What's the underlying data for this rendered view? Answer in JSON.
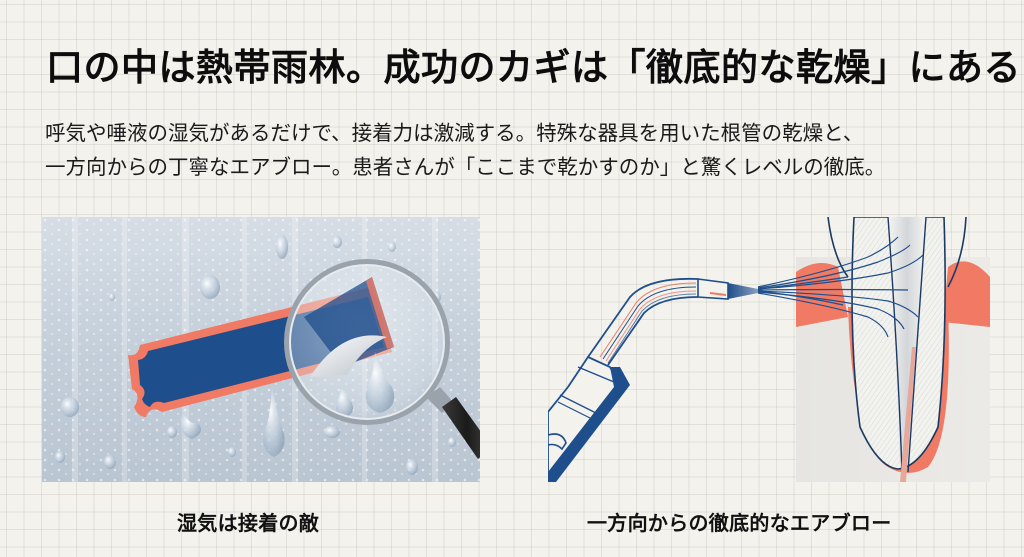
{
  "headline": "口の中は熱帯雨林。成功のカギは「徹底的な乾燥」にある",
  "body": {
    "lines": [
      "呼気や唾液の湿気があるだけで、接着力は激減する。特殊な器具を用いた根管の乾燥と、",
      "一方向からの丁寧なエアブロー。患者さんが「ここまで乾かすのか」と驚くレベルの徹底。"
    ]
  },
  "panels": [
    {
      "id": "moisture",
      "illustration": "wet-surface-peeling-sticker-magnifier",
      "caption": "湿気は接着の敵"
    },
    {
      "id": "airblow",
      "illustration": "air-syringe-blowing-into-root-canal",
      "caption": "一方向からの徹底的なエアブロー"
    }
  ],
  "colors": {
    "background": "#f3f2ed",
    "grid": "#d9d7cf",
    "navy": "#1f4e8c",
    "coral": "#f07a63",
    "text": "#111111",
    "water_bg": "#c9d3dd"
  }
}
